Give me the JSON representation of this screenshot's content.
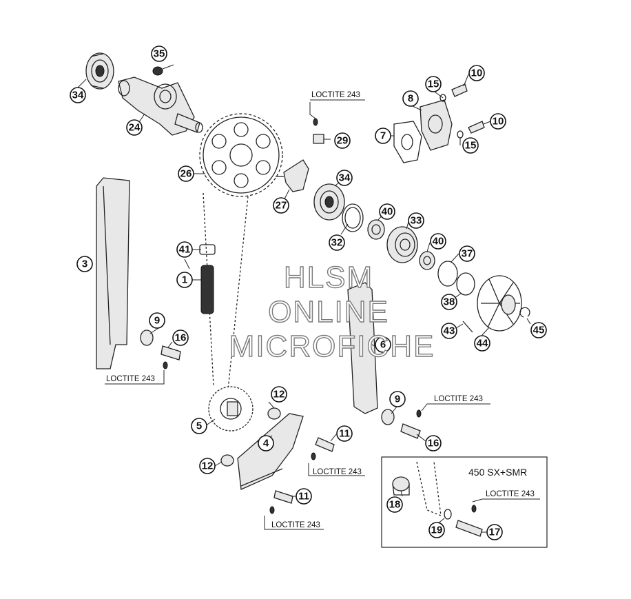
{
  "callouts": {
    "c1": "1",
    "c3": "3",
    "c4": "4",
    "c5": "5",
    "c6": "6",
    "c7": "7",
    "c8": "8",
    "c9a": "9",
    "c9b": "9",
    "c10a": "10",
    "c10b": "10",
    "c11a": "11",
    "c11b": "11",
    "c12a": "12",
    "c12b": "12",
    "c15a": "15",
    "c15b": "15",
    "c16a": "16",
    "c16b": "16",
    "c17": "17",
    "c18": "18",
    "c19": "19",
    "c24": "24",
    "c26": "26",
    "c27": "27",
    "c29": "29",
    "c32": "32",
    "c33": "33",
    "c34a": "34",
    "c34b": "34",
    "c35": "35",
    "c37": "37",
    "c38": "38",
    "c40a": "40",
    "c40b": "40",
    "c41": "41",
    "c43": "43",
    "c44": "44",
    "c45": "45"
  },
  "notes": {
    "loctite_29": "LOCTITE 243",
    "loctite_16a": "LOCTITE 243",
    "loctite_16b": "LOCTITE 243",
    "loctite_11a": "LOCTITE 243",
    "loctite_11b": "LOCTITE 243",
    "loctite_17": "LOCTITE 243"
  },
  "inset": {
    "title": "450 SX+SMR"
  },
  "watermark": {
    "line1": "HLSM",
    "line2": "ONLINE",
    "line3": "MICROFICHE"
  }
}
